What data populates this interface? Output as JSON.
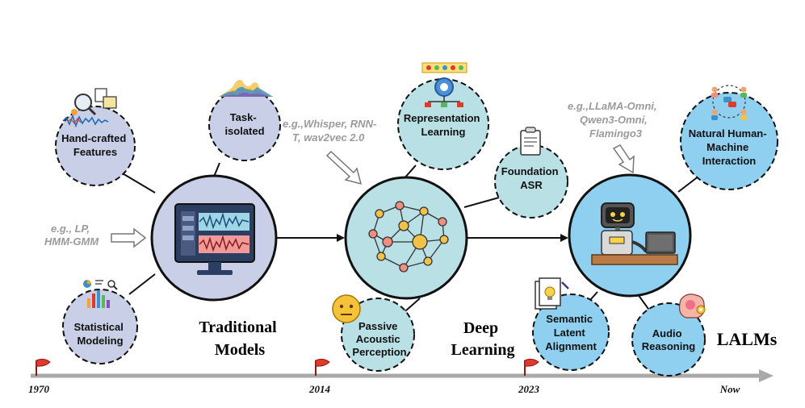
{
  "eras": {
    "traditional": [
      "Traditional",
      "Models"
    ],
    "deep": [
      "Deep",
      "Learning"
    ],
    "lalms": [
      "LALMs"
    ]
  },
  "concepts": {
    "hand_crafted": [
      "Hand-crafted",
      "Features"
    ],
    "task_isolated": [
      "Task-",
      "isolated"
    ],
    "statistical": [
      "Statistical",
      "Modeling"
    ],
    "representation": [
      "Representation",
      "Learning"
    ],
    "foundation_asr": [
      "Foundation",
      "ASR"
    ],
    "passive": [
      "Passive",
      "Acoustic",
      "Perception"
    ],
    "natural_hmi": [
      "Natural Human-",
      "Machine",
      "Interaction"
    ],
    "semantic": [
      "Semantic",
      "Latent",
      "Alignment"
    ],
    "audio_reasoning": [
      "Audio",
      "Reasoning"
    ]
  },
  "examples": {
    "traditional": [
      "e.g., LP,",
      "HMM-GMM"
    ],
    "deep": [
      "e.g.,Whisper, RNN-",
      "T,  wav2vec 2.0"
    ],
    "lalms": [
      "e.g.,LLaMA-Omni,",
      "Qwen3-Omni,",
      "Flamingo3"
    ]
  },
  "timeline": {
    "years": [
      "1970",
      "2014",
      "2023",
      "Now"
    ]
  },
  "colors": {
    "lavender": "#c8cfe6",
    "teal": "#b9e1e5",
    "sky": "#8fd0f0",
    "flag": "#e0392e",
    "timeline": "#a9a9a9"
  }
}
